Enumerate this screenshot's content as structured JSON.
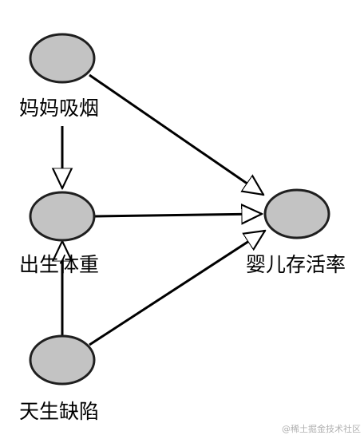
{
  "diagram": {
    "colors": {
      "node_fill": "#c3c3c3",
      "node_stroke": "#1f1f1f",
      "edge": "#000000",
      "arrowhead_fill": "#ffffff"
    },
    "nodes": [
      {
        "id": "smoking",
        "label": "妈妈吸烟"
      },
      {
        "id": "birthweight",
        "label": "出生体重"
      },
      {
        "id": "defect",
        "label": "天生缺陷"
      },
      {
        "id": "survival",
        "label": "婴儿存活率"
      }
    ],
    "edges": [
      {
        "from": "smoking",
        "to": "birthweight"
      },
      {
        "from": "smoking",
        "to": "survival"
      },
      {
        "from": "birthweight",
        "to": "survival"
      },
      {
        "from": "defect",
        "to": "birthweight"
      },
      {
        "from": "defect",
        "to": "survival"
      }
    ]
  },
  "watermark": "@稀土掘金技术社区"
}
